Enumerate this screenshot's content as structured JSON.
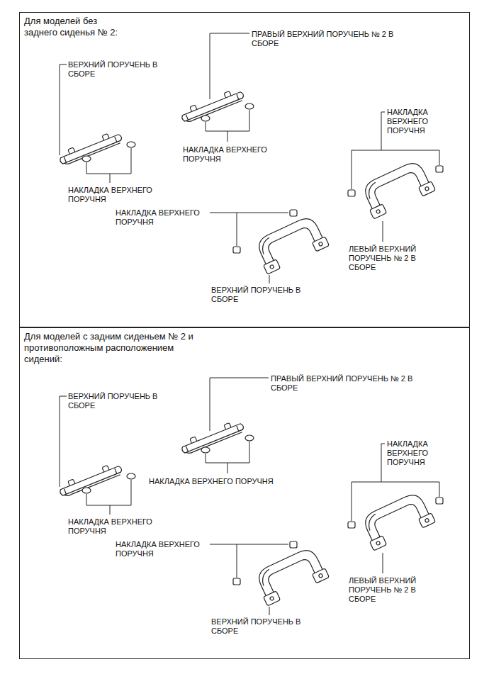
{
  "diagram": {
    "nodes": [
      {
        "text": [
          "Для моделей без заднего сиденья № 2:"
        ]
      },
      {
        "text": [
          "Для моделей с задним сиденьем № 2 и противоположным расположением сидений:"
        ]
      }
    ],
    "labels": [
      "ПРАВЫЙ ВЕРХНИЙ ПОРУЧЕНЬ № 2 В СБОРЕ",
      "ВЕРХНИЙ ПОРУЧЕНЬ В СБОРЕ",
      "НАКЛАДКА ВЕРХНЕГО ПОРУЧНЯ",
      "НАКЛАДКА ВЕРХНЕГО ПОРУЧНЯ",
      "НАКЛАДКА ВЕРХНЕГО ПОРУЧНЯ",
      "НАКЛАДКА ВЕРХНЕГО ПОРУЧНЯ",
      "ЛЕВЫЙ ВЕРХНИЙ ПОРУЧЕНЬ № 2 В СБОРЕ",
      "ВЕРХНИЙ ПОРУЧЕНЬ В СБОРЕ",
      "ПРАВЫЙ ВЕРХНИЙ ПОРУЧЕНЬ № 2 В СБОРЕ",
      "ВЕРХНИЙ ПОРУЧЕНЬ В СБОРЕ",
      "НАКЛАДКА ВЕРХНЕГО ПОРУЧНЯ",
      "НАКЛАДКА ВЕРХНЕГО ПОРУЧНЯ",
      "НАКЛАДКА ВЕРХНЕГО ПОРУЧНЯ",
      "НАКЛАДКА ВЕРХНЕГО ПОРУЧНЯ",
      "ЛЕВЫЙ ВЕРХНИЙ ПОРУЧЕНЬ № 2 В СБОРЕ",
      "ВЕРХНИЙ ПОРУЧЕНЬ В СБОРЕ"
    ]
  }
}
